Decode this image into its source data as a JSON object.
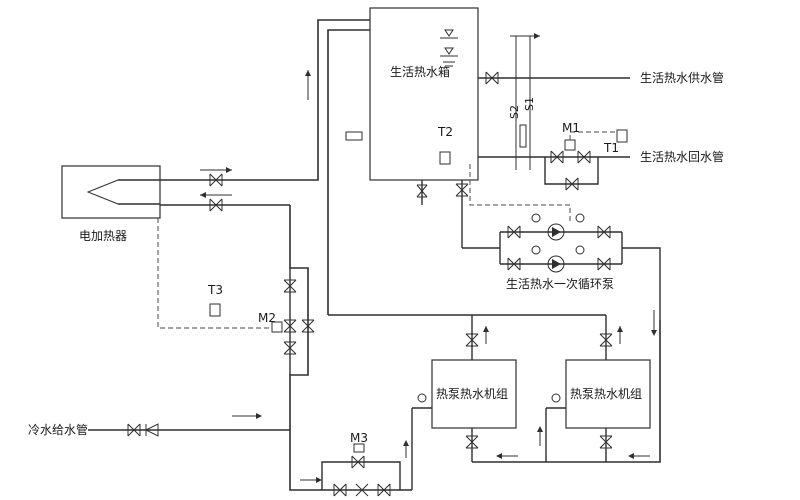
{
  "labels": {
    "electric_heater": "电加热器",
    "hot_water_tank": "生活热水箱",
    "supply_pipe": "生活热水供水管",
    "return_pipe": "生活热水回水管",
    "primary_pump": "生活热水一次循环泵",
    "heat_pump_1": "热泵热水机组",
    "heat_pump_2": "热泵热水机组",
    "cold_water_pipe": "冷水给水管",
    "t1": "T1",
    "t2": "T2",
    "t3": "T3",
    "m1": "M1",
    "m2": "M2",
    "m3": "M3",
    "s1": "S1",
    "s2": "S2"
  },
  "colors": {
    "line": "#2f2f2f",
    "background": "#ffffff"
  }
}
